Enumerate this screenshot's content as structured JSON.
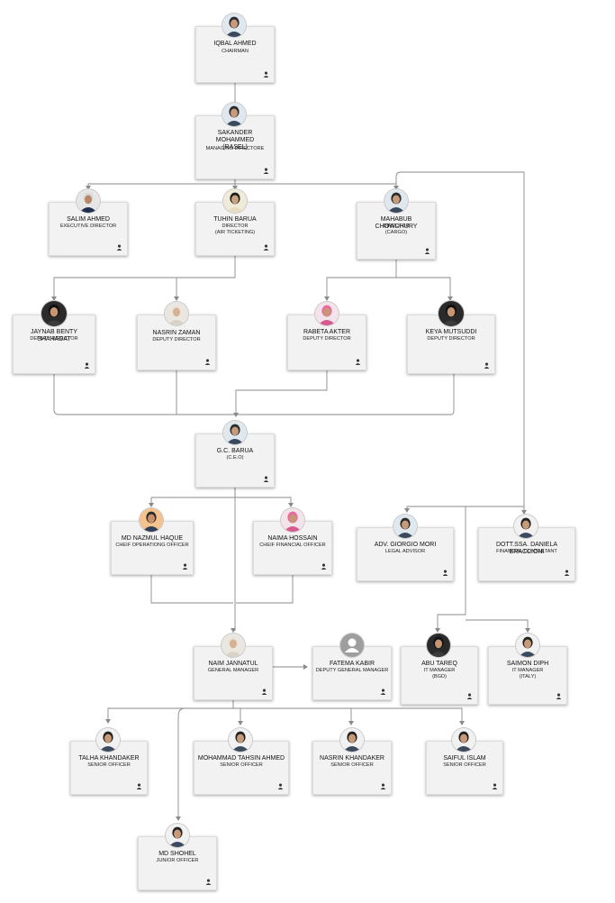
{
  "colors": {
    "line": "#8a8a8a",
    "card": "#f2f2f2",
    "icon": "#333333"
  },
  "nodes": [
    {
      "name": "IQBAL AHMED",
      "role": "CHAIRMAN",
      "avatar": "blue"
    },
    {
      "name": "SAKANDER MOHAMMED\n(RASEL)",
      "role": "MANAGING DIRECTORE",
      "avatar": "blue"
    },
    {
      "name": "SALIM AHMED",
      "role": "EXECUTIVE DIRECTOR",
      "avatar": "navy"
    },
    {
      "name": "TUHIN BARUA",
      "role": "DIRECTOR\n(AIR TICKETING)",
      "avatar": "beige"
    },
    {
      "name": "MAHABUB CHOWDHURY",
      "role": "DIRECTOR\n(CARGO)",
      "avatar": "blue"
    },
    {
      "name": "JAYNAB BENTY SHAHADAT",
      "role": "DEPUTY DIRECTOR",
      "avatar": "dark"
    },
    {
      "name": "NASRIN ZAMAN",
      "role": "DEPUTY DIRECTOR",
      "avatar": "hijab-white"
    },
    {
      "name": "RABETA AKTER",
      "role": "DEPUTY DIRECTOR",
      "avatar": "hijab-pink"
    },
    {
      "name": "KEYA MUTSUDDI",
      "role": "DEPUTY DIRECTOR",
      "avatar": "dark"
    },
    {
      "name": "G.C. BARUA",
      "role": "(C.E.O)",
      "avatar": "blue"
    },
    {
      "name": "MD NAZMUL HAQUE",
      "role": "CHEIF OPERATIONG OFFICER",
      "avatar": "orange"
    },
    {
      "name": "NAIMA HOSSAIN",
      "role": "CHEIF FINANCIAL OFFICER",
      "avatar": "hijab-pink"
    },
    {
      "name": "ADV. GIORGIO MORI",
      "role": "LEGAL ADVISOR",
      "avatar": "blue"
    },
    {
      "name": "DOTT.SSA. DANIELA BRACCIONI",
      "role": "FINANCIAL CONSULTANT",
      "avatar": "light"
    },
    {
      "name": "NAIM JANNATUL",
      "role": "GENERAL MANAGER",
      "avatar": "hijab-white"
    },
    {
      "name": "FATEMA KABIR",
      "role": "DEPUTY GENERAL MANAGER",
      "avatar": "placeholder"
    },
    {
      "name": "ABU TAREQ",
      "role": "IT MANAGER\n(BGD)",
      "avatar": "dark"
    },
    {
      "name": "SAIMON DIPH",
      "role": "IT MANAGER\n(ITALY)",
      "avatar": "light"
    },
    {
      "name": "TALHA KHANDAKER",
      "role": "SENIOR OFFICER",
      "avatar": "light"
    },
    {
      "name": "MOHAMMAD TAHSIN AHMED",
      "role": "SENIOR OFFICER",
      "avatar": "light"
    },
    {
      "name": "NASRIN KHANDAKER",
      "role": "SENIOR OFFICER",
      "avatar": "light"
    },
    {
      "name": "SAIFUL ISLAM",
      "role": "SENIOR OFFICER",
      "avatar": "light"
    },
    {
      "name": "MD SHOHEL",
      "role": "JUNIOR OFFICER",
      "avatar": "light"
    }
  ]
}
